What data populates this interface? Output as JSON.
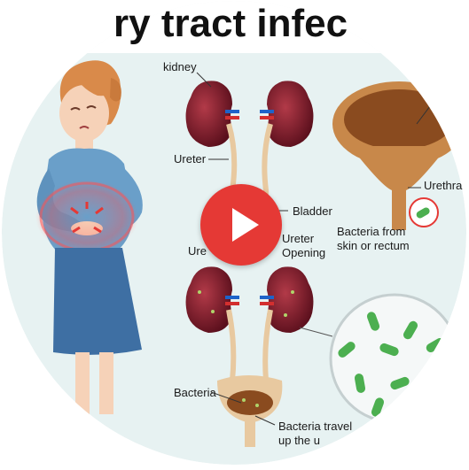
{
  "title": "ry tract infec",
  "labels": {
    "kidney": "kidney",
    "ureter": "Ureter",
    "bladder": "Bladder",
    "urethra": "Urethra",
    "ureter_opening_1": "Ureter",
    "ureter_opening_2": "Opening",
    "ureter_left_partial": "Ure",
    "bacteria_from_1": "Bacteria from",
    "bacteria_from_2": "skin or rectum",
    "bacteria": "Bacteria",
    "bacteria_travel_1": "Bacteria travel",
    "bacteria_travel_2": "up the u"
  },
  "play_button": {
    "icon": "play-icon",
    "color": "#e53935"
  },
  "colors": {
    "background_circle": "#e7f2f2",
    "kidney": "#8b1c2b",
    "tube": "#e8c9a0",
    "shirt": "#6a9fc9",
    "skirt": "#3e6fa3",
    "hair": "#d98a4a",
    "bacteria": "#4caf50"
  }
}
